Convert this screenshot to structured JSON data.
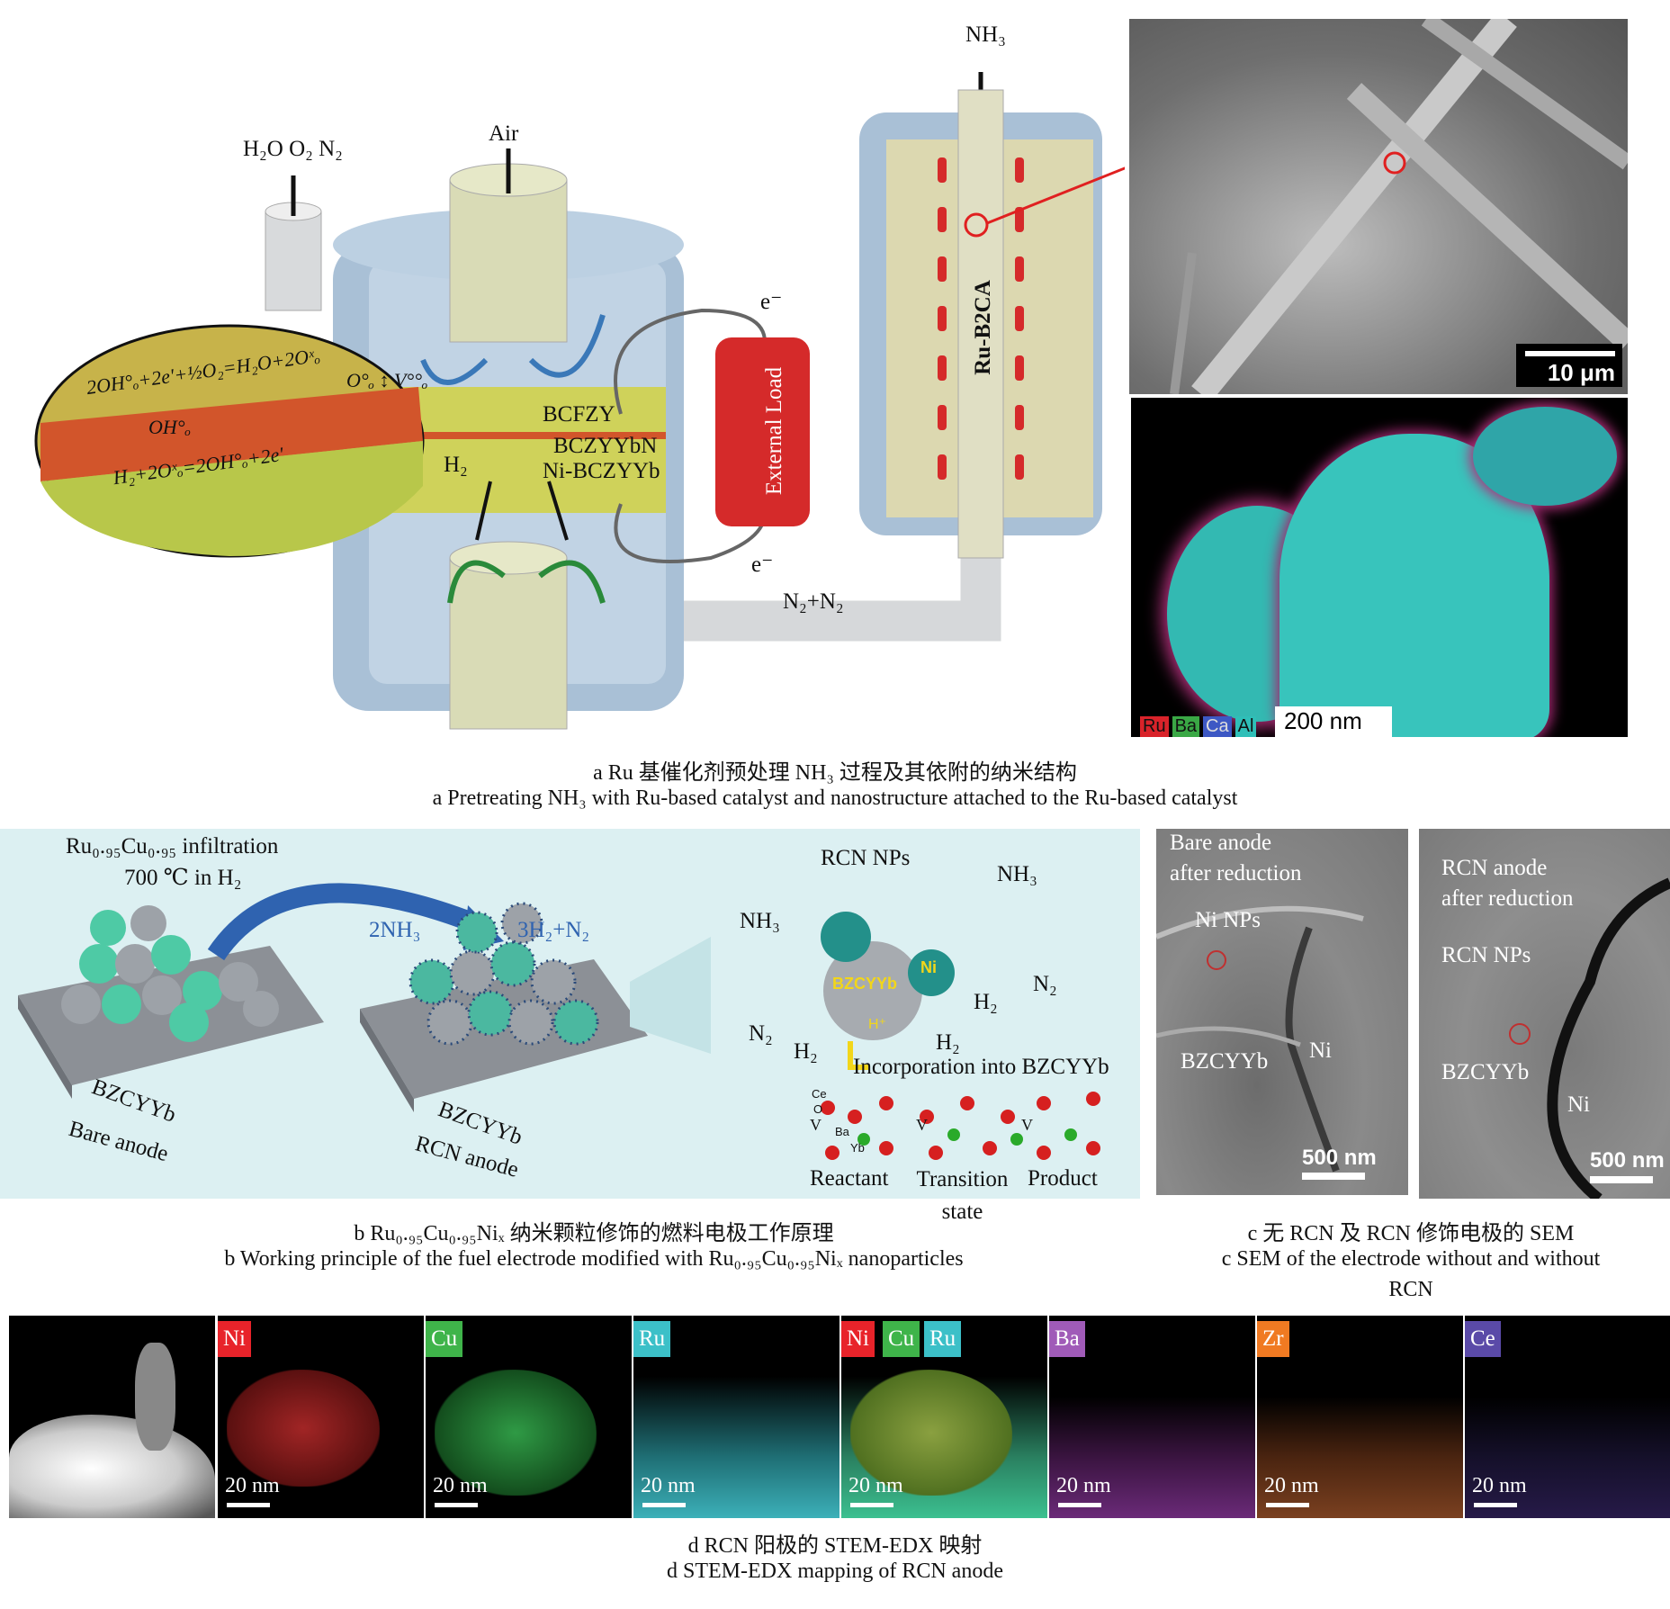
{
  "panel_a": {
    "labels": {
      "exhaust": "H₂O O₂ N₂",
      "air": "Air",
      "nh3_in": "NH₃",
      "eq_top": "2OH°ₒ+2e'+½O₂=H₂O+2Oˣₒ",
      "vacancy": "O°ₒ ↕ V°°ₒ",
      "oh": "OH°ₒ",
      "eq_bottom": "H₂+2Oˣₒ=2OH°ₒ+2e'",
      "bcfzy": "BCFZY",
      "bczyybn": "BCZYYbN",
      "ni_bczyyb": "Ni-BCZYYb",
      "h2": "H₂",
      "electron_top": "e⁻",
      "electron_bottom": "e⁻",
      "external_load": "External Load",
      "reactor": "Ru-B2CA",
      "outlet": "N₂+N₂"
    },
    "sem_scale": "10 μm",
    "edx_scale": "200 nm",
    "edx_legend": [
      "Ru",
      "Ba",
      "Ca",
      "Al"
    ],
    "edx_colors": [
      "#d9232a",
      "#3aa845",
      "#3d58c4",
      "#2fbfb8"
    ],
    "caption_cn": "a  Ru 基催化剂预处理 NH₃ 过程及其依附的纳米结构",
    "caption_en": "a  Pretreating NH₃ with Ru-based catalyst and nanostructure attached to the Ru-based catalyst"
  },
  "panel_b": {
    "infiltration": "Ru₀.₉₅Cu₀.₉₅ infiltration",
    "condition": "700 ℃  in H₂",
    "reaction_in": "2NH₃",
    "reaction_out": "3H₂+N₂",
    "substrate_left": "BZCYYb",
    "bare_anode": "Bare anode",
    "substrate_right": "BZCYYb",
    "rcn_anode": "RCN anode",
    "rcn_nps": "RCN NPs",
    "nh3_top": "NH₃",
    "nh3_left": "NH₃",
    "n2_right": "N₂",
    "h2_right": "H₂",
    "h2_right2": "H₂",
    "n2_left": "N₂",
    "h2_left": "H₂",
    "particle_core": "BZCYYb",
    "particle_ni": "Ni",
    "proton": "H⁺",
    "incorporation": "Incorporation into BZCYYb",
    "atoms": [
      "Ce",
      "O",
      "Ba",
      "Yb"
    ],
    "v_labels": [
      "V",
      "V",
      "V"
    ],
    "states": [
      "Reactant",
      "Transition state",
      "Product"
    ],
    "caption_cn": "b  Ru₀.₉₅Cu₀.₉₅Niₓ 纳米颗粒修饰的燃料电极工作原理",
    "caption_en": "b  Working principle of the fuel electrode modified with Ru₀.₉₅Cu₀.₉₅Niₓ nanoparticles"
  },
  "panel_c": {
    "left": {
      "title1": "Bare anode",
      "title2": "after reduction",
      "nps": "Ni NPs",
      "matrix": "BZCYYb",
      "ni": "Ni",
      "scale": "500 nm"
    },
    "right": {
      "title1": "RCN anode",
      "title2": "after reduction",
      "nps": "RCN NPs",
      "matrix": "BZCYYb",
      "ni": "Ni",
      "scale": "500 nm"
    },
    "caption_cn": "c  无 RCN 及 RCN 修饰电极的 SEM",
    "caption_en1": "c  SEM  of the electrode without and without",
    "caption_en2": "RCN"
  },
  "panel_d": {
    "maps": [
      {
        "tag": "",
        "color": "#000000",
        "scale": ""
      },
      {
        "tag": "Ni",
        "color": "#e8232a",
        "scale": "20 nm"
      },
      {
        "tag": "Cu",
        "color": "#3fb44a",
        "scale": "20 nm"
      },
      {
        "tag": "Ru",
        "color": "#3cc0c8",
        "scale": "20 nm"
      },
      {
        "tag": "Ni Cu Ru",
        "color": "#e8232a",
        "scale": "20 nm"
      },
      {
        "tag": "Ba",
        "color": "#a05bb8",
        "scale": "20 nm"
      },
      {
        "tag": "Zr",
        "color": "#f07a22",
        "scale": "20 nm"
      },
      {
        "tag": "Ce",
        "color": "#5a4aa8",
        "scale": "20 nm"
      }
    ],
    "overlay_tags": [
      "Ni",
      "Cu",
      "Ru"
    ],
    "caption_cn": "d  RCN 阳极的 STEM-EDX 映射",
    "caption_en": "d  STEM-EDX mapping of RCN anode"
  }
}
